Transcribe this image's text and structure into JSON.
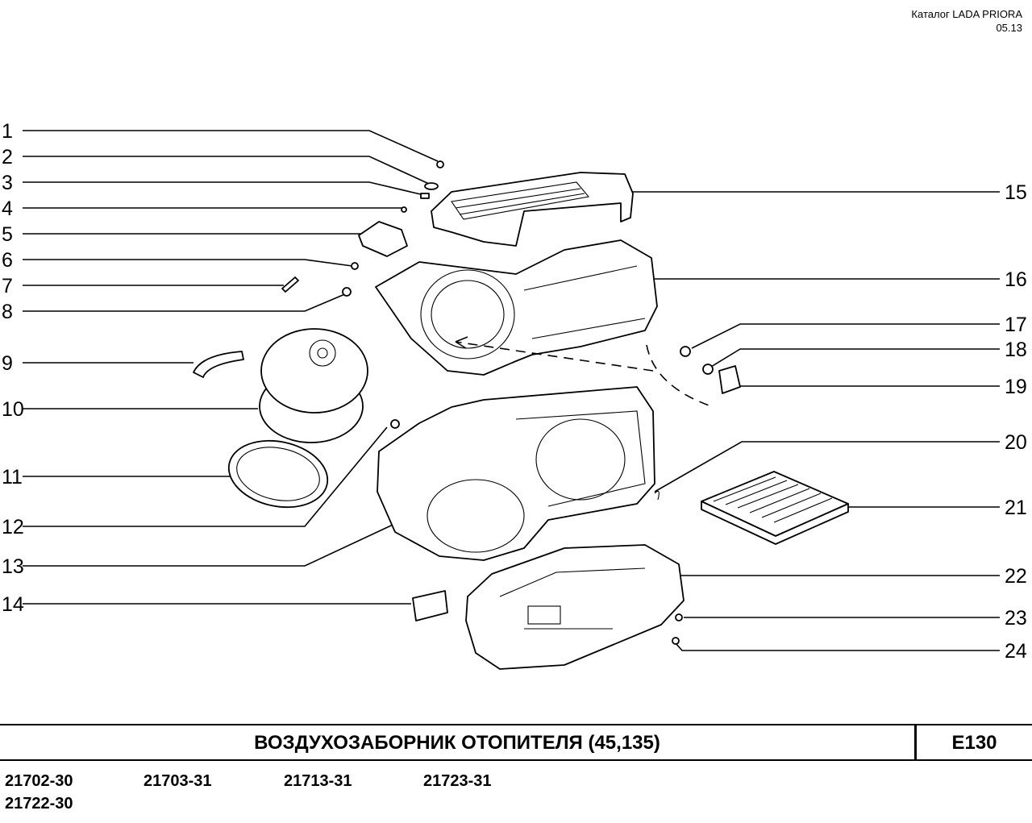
{
  "header": {
    "catalog": "Каталог  LADA  PRIORA",
    "date": "05.13"
  },
  "title": {
    "name": "ВОЗДУХОЗАБОРНИК  ОТОПИТЕЛЯ (45,135)",
    "code": "E130"
  },
  "models": [
    "21702-30",
    "21703-31",
    "21713-31",
    "21723-31",
    "21722-30"
  ],
  "callouts_left": [
    "1",
    "2",
    "3",
    "4",
    "5",
    "6",
    "7",
    "8",
    "9",
    "10",
    "11",
    "12",
    "13",
    "14"
  ],
  "callouts_right": [
    "15",
    "16",
    "17",
    "18",
    "19",
    "20",
    "21",
    "22",
    "23",
    "24"
  ]
}
